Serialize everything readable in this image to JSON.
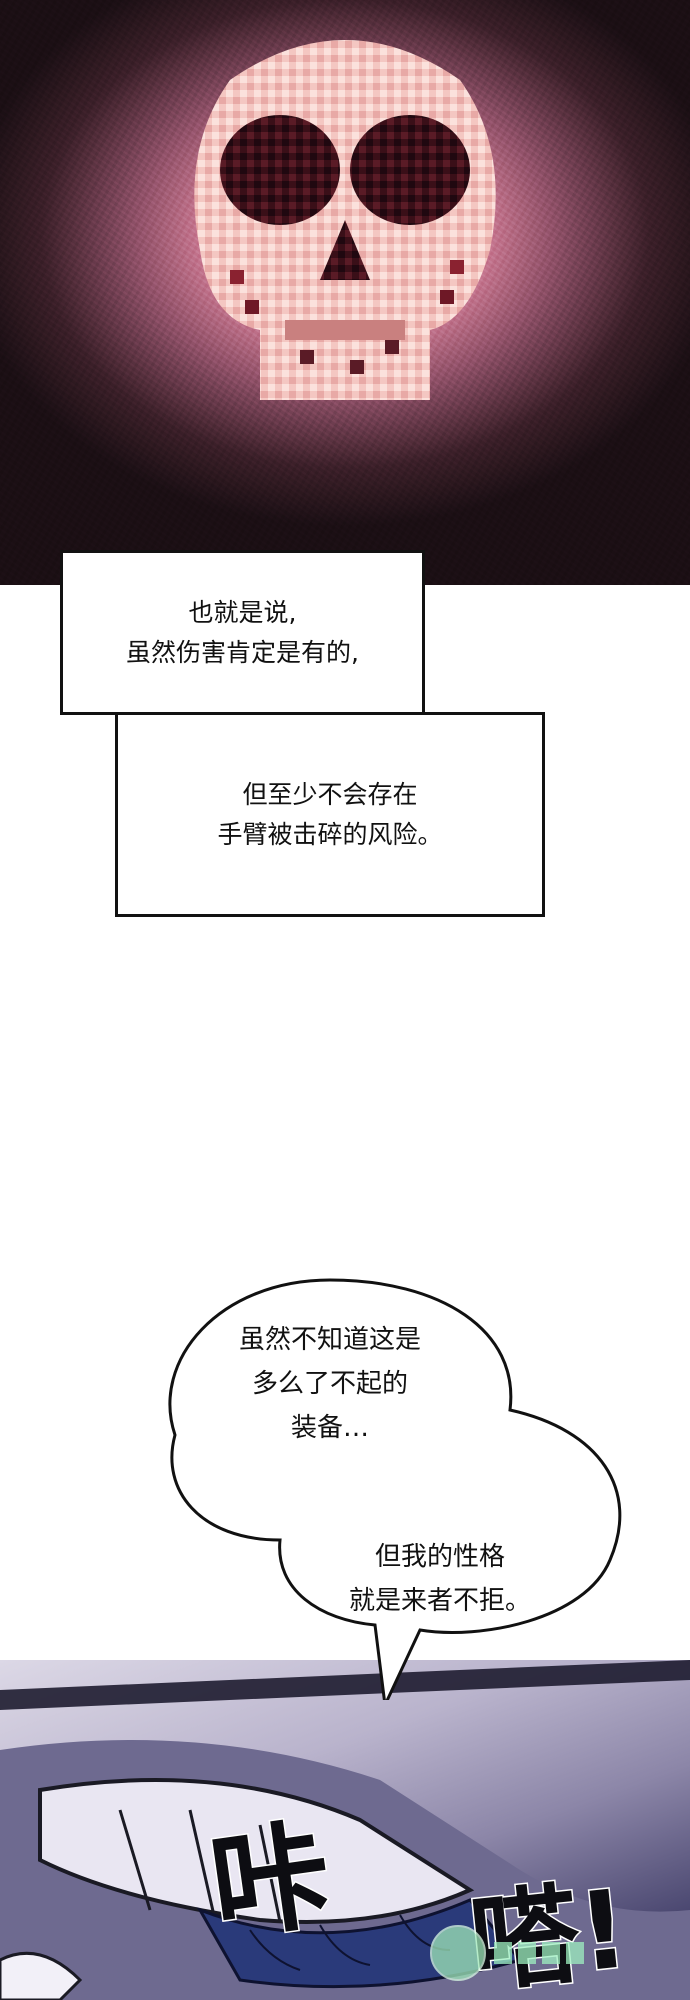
{
  "narration_boxes": [
    {
      "lines": [
        "也就是说,",
        "虽然伤害肯定是有的,"
      ]
    },
    {
      "lines": [
        "但至少不会存在",
        "手臂被击碎的风险。"
      ]
    }
  ],
  "speech_bubbles": [
    {
      "lines": [
        "虽然不知道这是",
        "多么了不起的",
        "装备…"
      ]
    },
    {
      "lines": [
        "但我的性格",
        "就是来者不拒。"
      ]
    }
  ],
  "sound_effects": [
    "咔",
    "嗒!"
  ],
  "colors": {
    "aura_core": "#ffd2dc",
    "aura_edge": "#1b0f14",
    "skull_light": "#f6c9c4",
    "skull_dark": "#3a0f18",
    "ink": "#111111",
    "armor_tint": "#8c86a8",
    "watermark": "#9ef0c0"
  }
}
